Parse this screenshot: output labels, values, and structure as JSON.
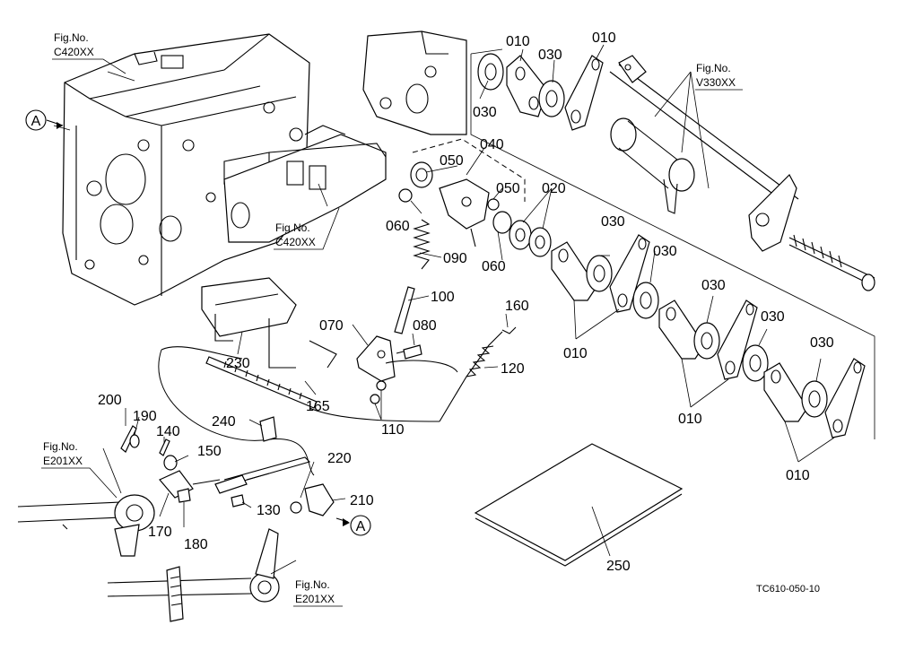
{
  "figure_refs": {
    "c420_top": {
      "line1": "Fig.No.",
      "line2": "C420XX"
    },
    "c420_mid": {
      "line1": "Fig.No.",
      "line2": "C420XX"
    },
    "v330": {
      "line1": "Fig.No.",
      "line2": "V330XX"
    },
    "e201_left": {
      "line1": "Fig.No.",
      "line2": "E201XX"
    },
    "e201_bottom": {
      "line1": "Fig.No.",
      "line2": "E201XX"
    }
  },
  "callout_marks": {
    "a_top": "A",
    "a_bottom": "A"
  },
  "part_numbers": {
    "p010_a": "010",
    "p010_b": "010",
    "p030_a": "030",
    "p030_b": "030",
    "p040": "040",
    "p050_a": "050",
    "p050_b": "050",
    "p020": "020",
    "p060_a": "060",
    "p060_b": "060",
    "p090": "090",
    "p100": "100",
    "p070": "070",
    "p080": "080",
    "p160": "160",
    "p120": "120",
    "p110": "110",
    "p230": "230",
    "p165": "165",
    "p240": "240",
    "p030_c": "030",
    "p030_d": "030",
    "p030_e": "030",
    "p030_f": "030",
    "p030_g": "030",
    "p010_c": "010",
    "p010_d": "010",
    "p010_e": "010",
    "p200": "200",
    "p190": "190",
    "p140": "140",
    "p150": "150",
    "p220": "220",
    "p210": "210",
    "p130": "130",
    "p170": "170",
    "p180": "180",
    "p250": "250"
  },
  "drawing_code": "TC610-050-10"
}
